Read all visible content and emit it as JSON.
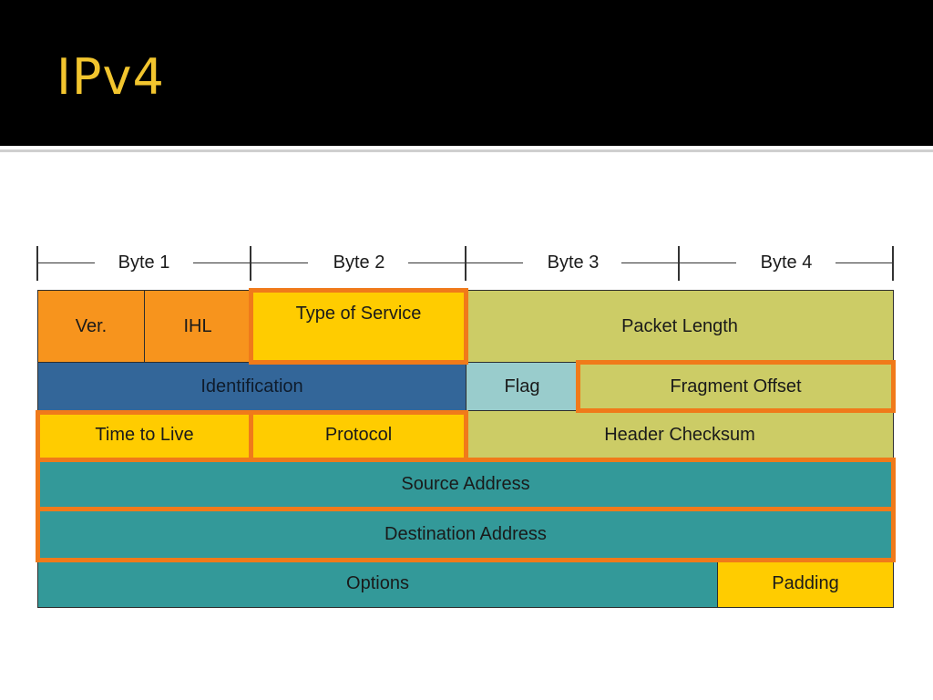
{
  "slide": {
    "title": "IPv4"
  },
  "byte_ruler": [
    "Byte 1",
    "Byte 2",
    "Byte 3",
    "Byte 4"
  ],
  "fields": {
    "version": "Ver.",
    "ihl": "IHL",
    "type_of_service": "Type of Service",
    "packet_length": "Packet Length",
    "identification": "Identification",
    "flag": "Flag",
    "fragment_offset": "Fragment Offset",
    "time_to_live": "Time to Live",
    "protocol": "Protocol",
    "header_checksum": "Header Checksum",
    "source_address": "Source Address",
    "destination_address": "Destination Address",
    "options": "Options",
    "padding": "Padding"
  },
  "colors": {
    "orange": "#f7941d",
    "yellow": "#ffcc00",
    "olive": "#cccc66",
    "blue": "#336699",
    "light_blue": "#99cccc",
    "teal": "#339999",
    "highlight": "#f07a1a",
    "title": "#f2c52e"
  }
}
